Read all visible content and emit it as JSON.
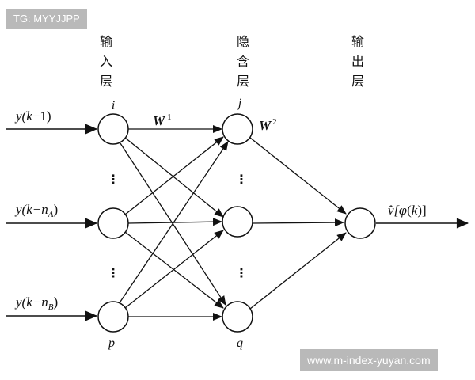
{
  "watermarks": {
    "top": "TG: MYYJJPP",
    "bottom": "www.m-index-yuyan.com"
  },
  "layers": {
    "input": "输入层",
    "hidden": "隐含层",
    "output": "输出层"
  },
  "node_labels": {
    "input_first": "i",
    "input_last": "p",
    "hidden_first": "j",
    "hidden_last": "q"
  },
  "inputs": [
    {
      "base": "y(",
      "k": "k",
      "mid": "−1)",
      "sub": "",
      "tail": ""
    },
    {
      "base": "y(",
      "k": "k",
      "mid": "−n",
      "sub": "A",
      "tail": ")"
    },
    {
      "base": "y(",
      "k": "k",
      "mid": "−n",
      "sub": "B",
      "tail": ")"
    }
  ],
  "weights": {
    "w1": {
      "letter": "W",
      "sup": "1"
    },
    "w2": {
      "letter": "W",
      "sup": "2"
    }
  },
  "output": {
    "prefix": "v̂[",
    "phi": "φ",
    "paren": "(",
    "k": "k",
    "suffix": ")]"
  },
  "ellipsis": "⋮",
  "colors": {
    "line": "#111111",
    "watermark_bg": "#b9b9b9",
    "watermark_text": "#ffffff"
  }
}
